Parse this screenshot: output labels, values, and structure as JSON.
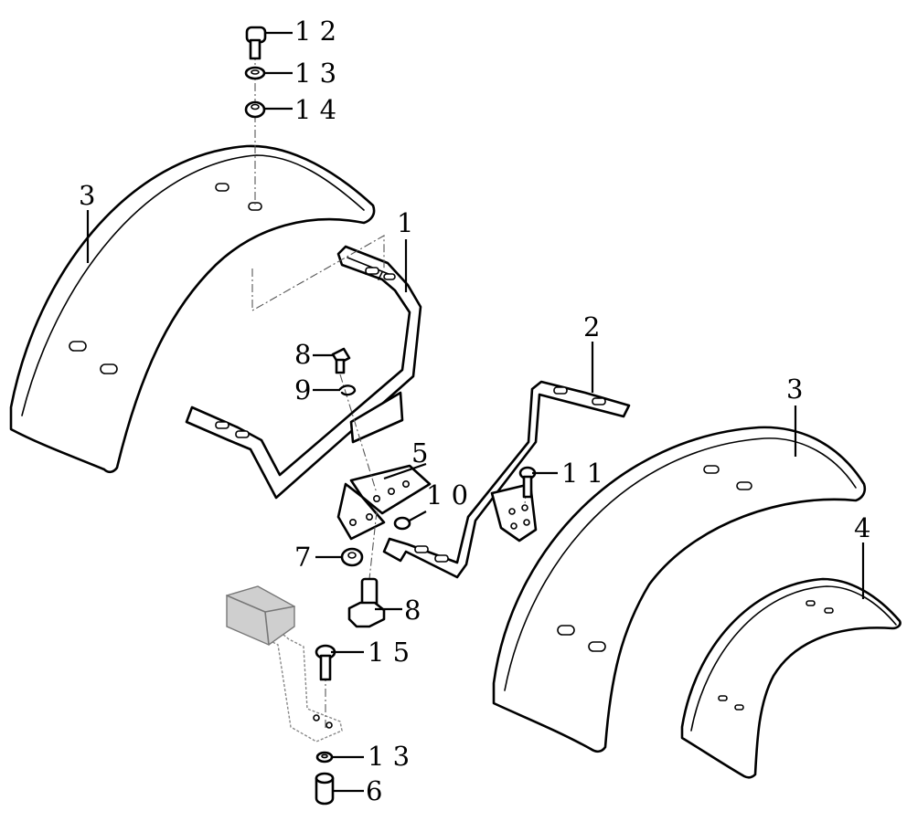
{
  "callouts": {
    "c12": "1 2",
    "c13_top": "1 3",
    "c14": "1 4",
    "c3_left": "3",
    "c1": "1",
    "c8_top": "8",
    "c9": "9",
    "c5": "5",
    "c10": "1 0",
    "c2": "2",
    "c11": "1 1",
    "c3_right": "3",
    "c4": "4",
    "c7": "7",
    "c8_bottom": "8",
    "c15": "1 5",
    "c13_bottom": "1 3",
    "c6": "6"
  }
}
